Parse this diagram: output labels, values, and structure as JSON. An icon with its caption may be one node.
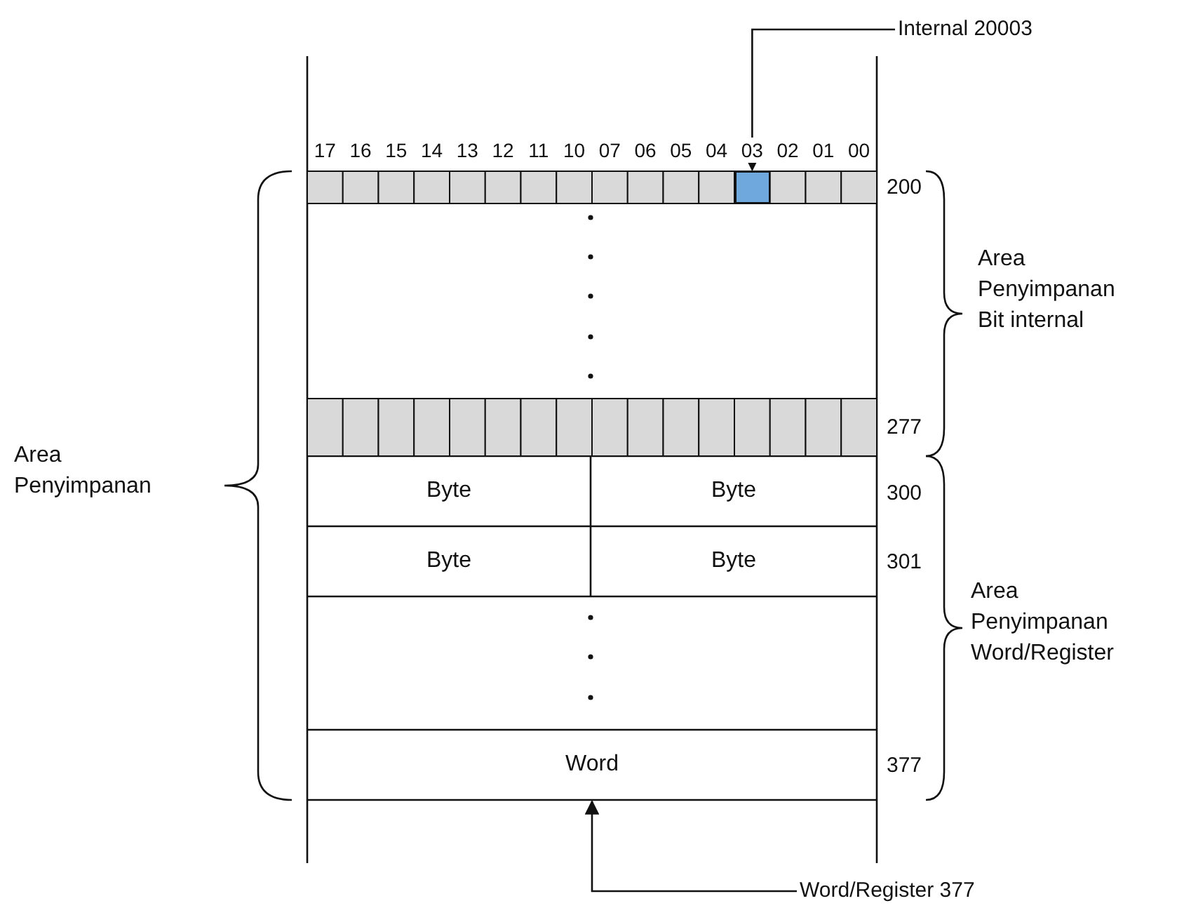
{
  "diagram": {
    "nodes": [
      {
        "text": [
          "Internal 20003"
        ]
      },
      {
        "text": [],
        "shape": "box"
      },
      {
        "text": [
          "Byte"
        ]
      },
      {
        "text": [
          "Byte"
        ]
      },
      {
        "text": [
          "Byte"
        ]
      },
      {
        "text": [
          "Byte"
        ]
      },
      {
        "text": [
          "Word"
        ]
      },
      {
        "text": [
          "Word/Register 377"
        ]
      }
    ],
    "edges": [
      {
        "from": 0,
        "to": 1,
        "arrow": "to"
      },
      {
        "from": 7,
        "to": 6,
        "arrow": "to"
      }
    ],
    "labels": [
      "17",
      "16",
      "15",
      "14",
      "13",
      "12",
      "11",
      "10",
      "07",
      "06",
      "05",
      "04",
      "03",
      "02",
      "01",
      "00",
      "200",
      "Area Penyimpanan Bit internal",
      "Area Penyimpanan",
      "277",
      "300",
      "301",
      "Area Penyimpanan Word/Register",
      "377"
    ]
  }
}
